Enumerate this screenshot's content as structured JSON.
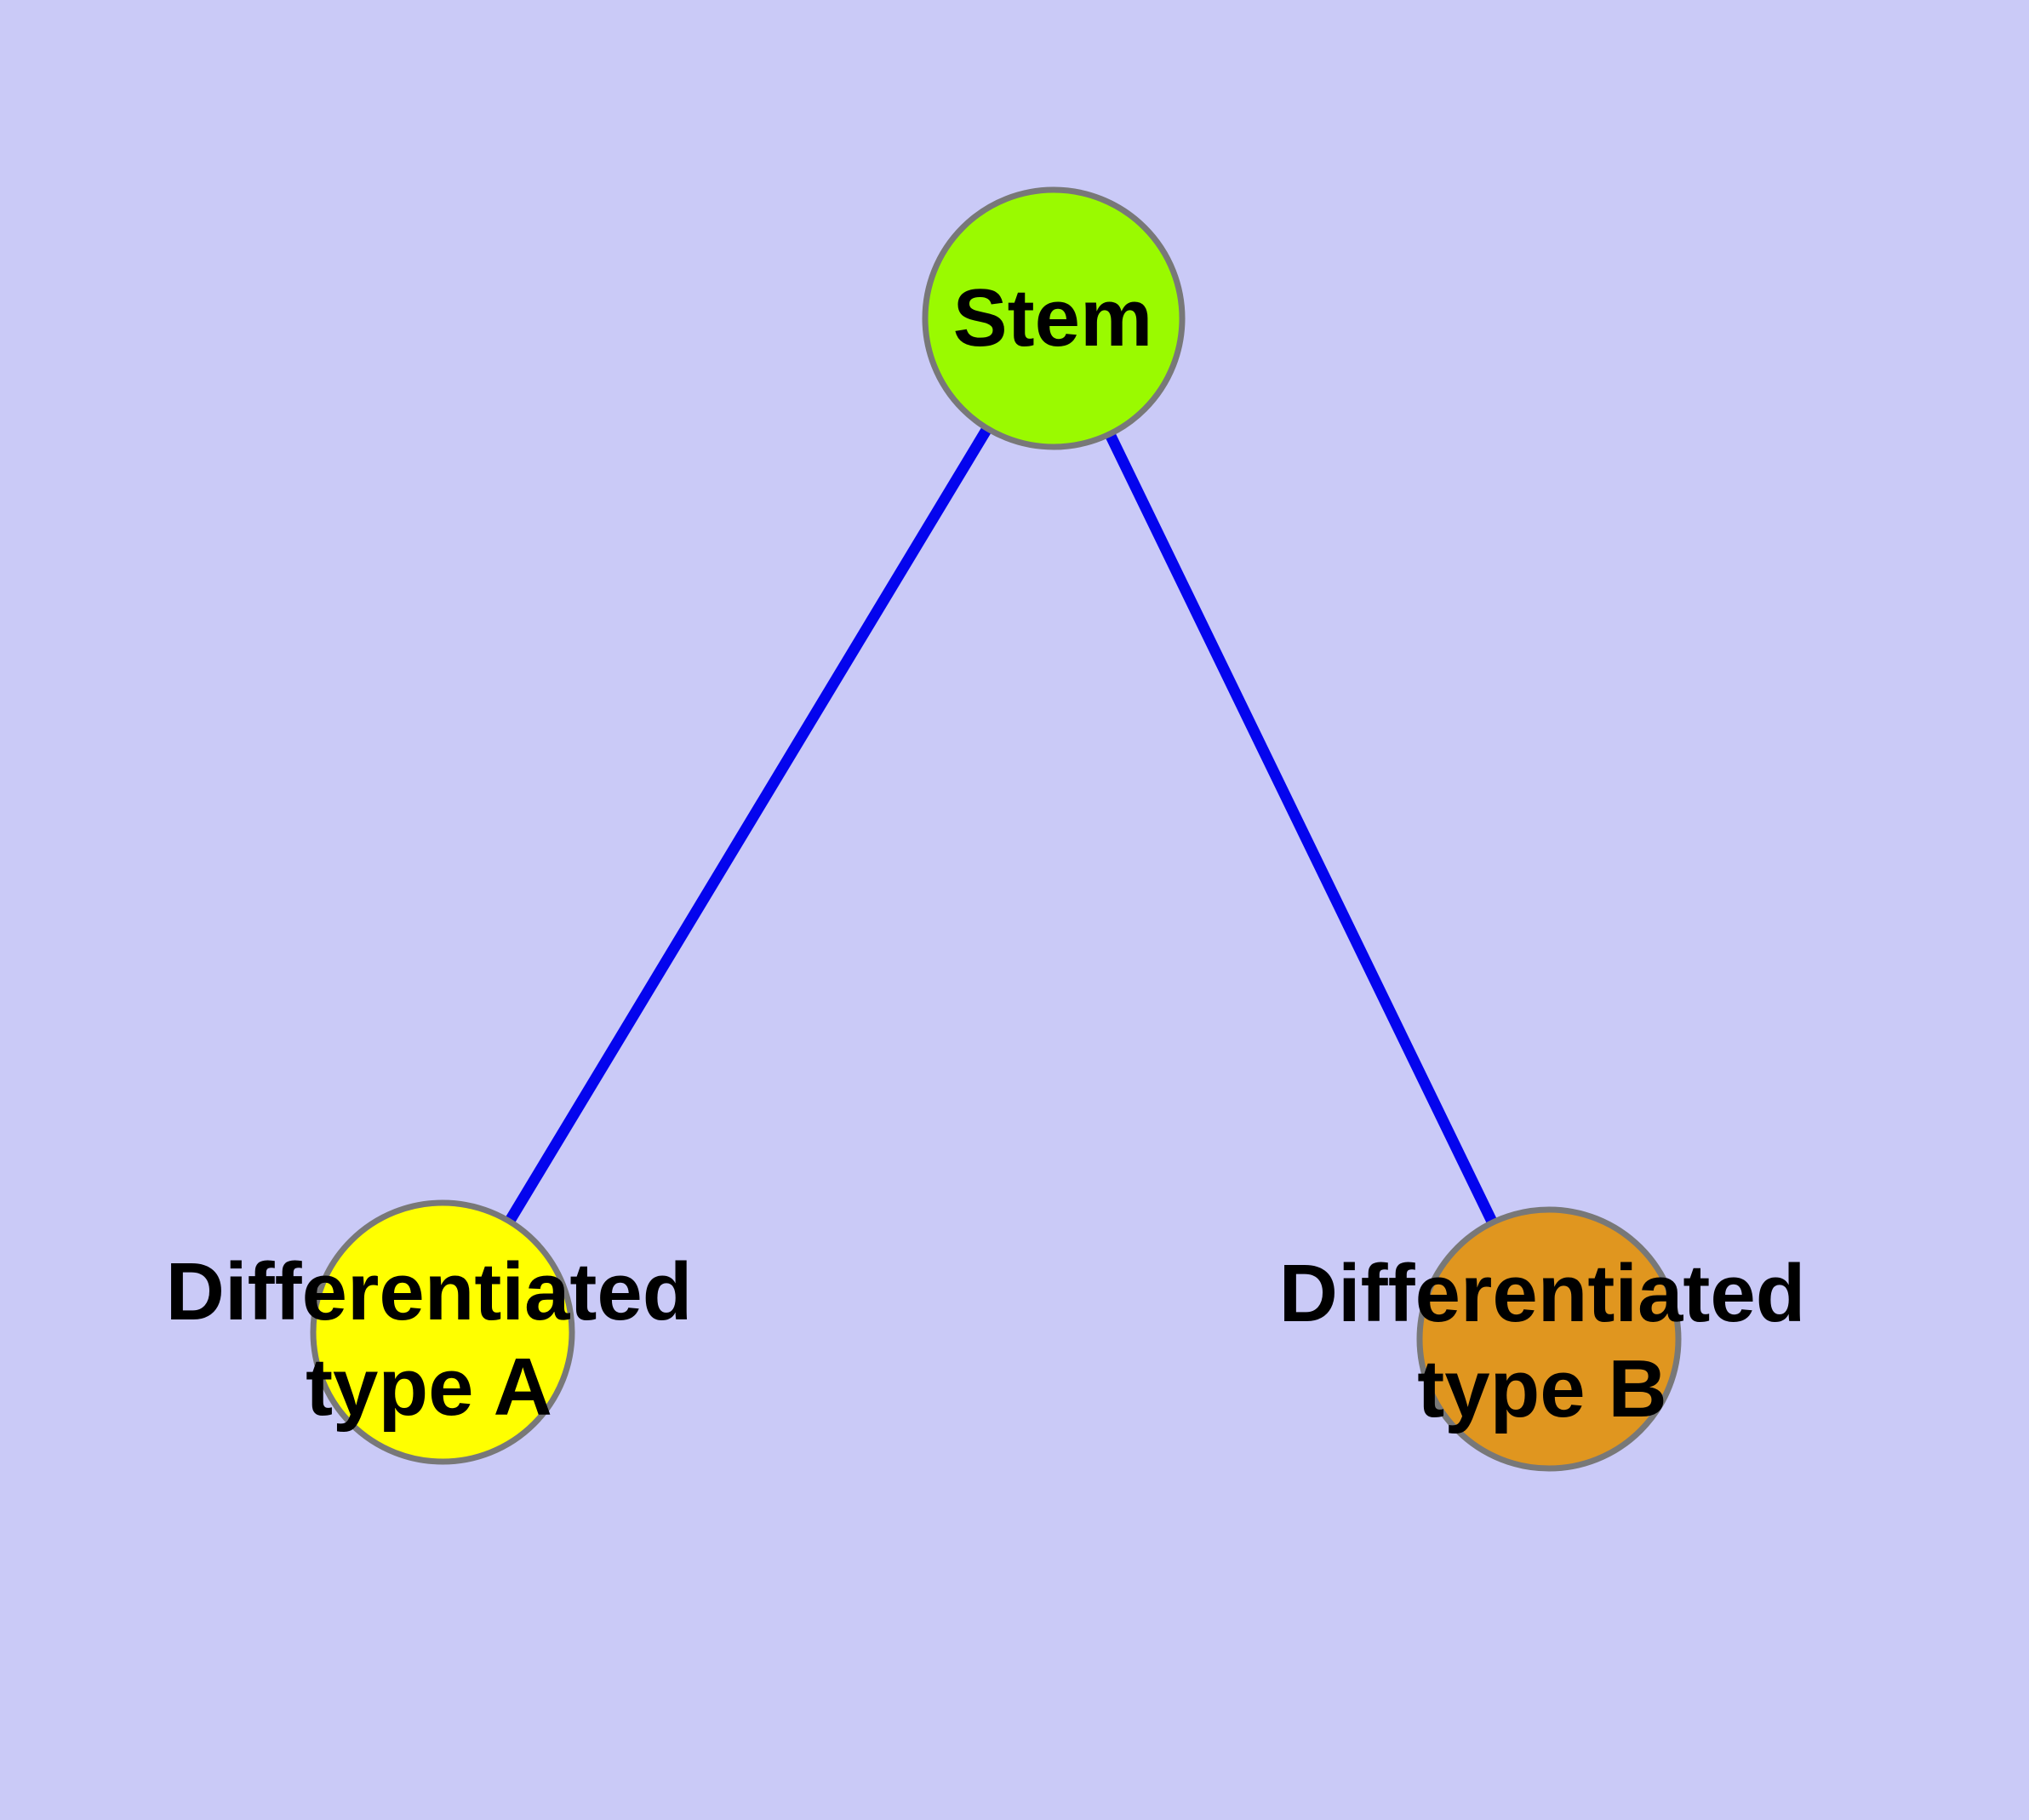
{
  "diagram": {
    "background_color": "#CACAF7",
    "edge_color": "#0404EE",
    "node_border_color": "#787878",
    "text_color": "#000000",
    "nodes": {
      "stem": {
        "label": "Stem",
        "color": "#9AFA00"
      },
      "type_a": {
        "label_line1": "Differentiated",
        "label_line2": "type A",
        "color": "#FFFF00"
      },
      "type_b": {
        "label_line1": "Differentiated",
        "label_line2": "type B",
        "color": "#E0961F"
      }
    },
    "edges": [
      {
        "from": "Stem",
        "to": "Differentiated type A"
      },
      {
        "from": "Stem",
        "to": "Differentiated type B"
      }
    ]
  }
}
